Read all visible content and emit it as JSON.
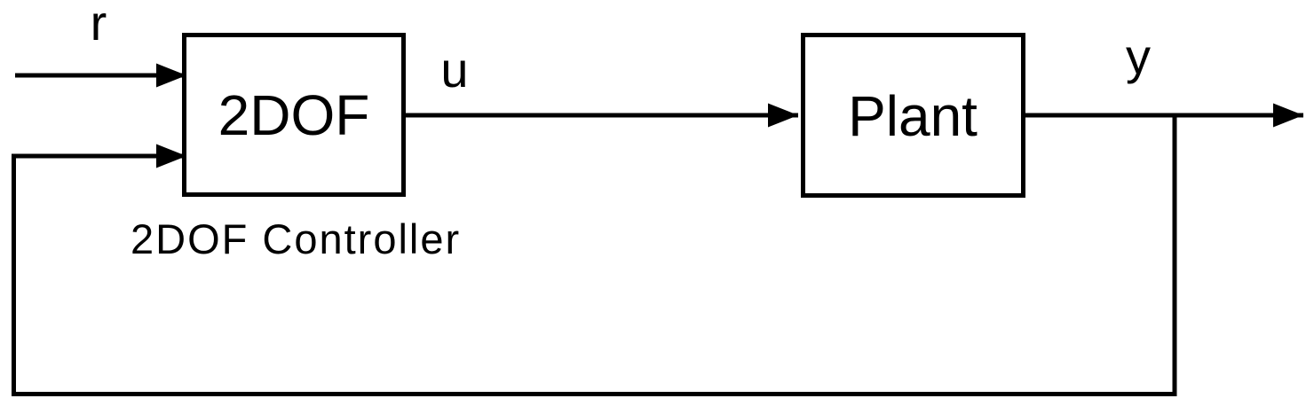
{
  "diagram": {
    "type": "block-diagram",
    "background_color": "#ffffff",
    "line_color": "#000000",
    "blocks": {
      "controller": {
        "label": "2DOF",
        "caption": "2DOF Controller"
      },
      "plant": {
        "label": "Plant"
      }
    },
    "signals": {
      "reference": "r",
      "control": "u",
      "output": "y"
    }
  }
}
